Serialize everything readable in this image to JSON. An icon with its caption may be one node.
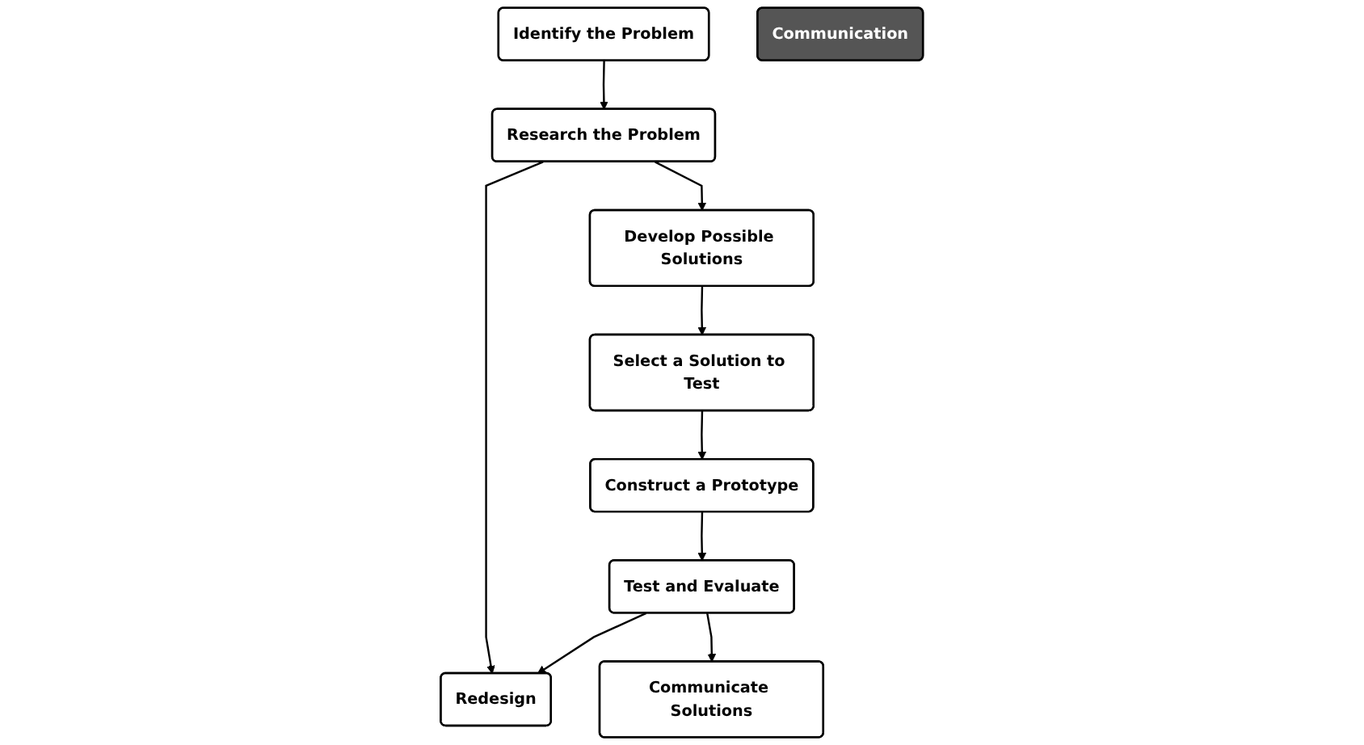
{
  "diagram": {
    "nodes": [
      {
        "text": [
          "Identify the Problem"
        ]
      },
      {
        "text": [
          "Redesign"
        ]
      },
      {
        "text": [
          "Communicate Solutions"
        ]
      },
      {
        "text": [
          "Research the Problem"
        ]
      },
      {
        "text": [
          "Communication"
        ]
      },
      {
        "text": [
          "Test and Evaluate"
        ]
      },
      {
        "text": [
          "Develop Possible Solutions"
        ]
      },
      {
        "text": [
          "Select a Solution to Test"
        ]
      },
      {
        "text": [
          "Construct a Prototype"
        ]
      }
    ],
    "edges": [
      {
        "from": 0,
        "to": 3,
        "arrow": "to"
      },
      {
        "from": 3,
        "to": 1,
        "arrow": "to"
      },
      {
        "from": 3,
        "to": 6,
        "arrow": "to"
      },
      {
        "from": 6,
        "to": 7,
        "arrow": "to"
      },
      {
        "from": 7,
        "to": 8,
        "arrow": "to"
      },
      {
        "from": 8,
        "to": 5,
        "arrow": "to"
      },
      {
        "from": 5,
        "to": 1,
        "arrow": "to"
      },
      {
        "from": 5,
        "to": 2,
        "arrow": "to"
      }
    ]
  }
}
